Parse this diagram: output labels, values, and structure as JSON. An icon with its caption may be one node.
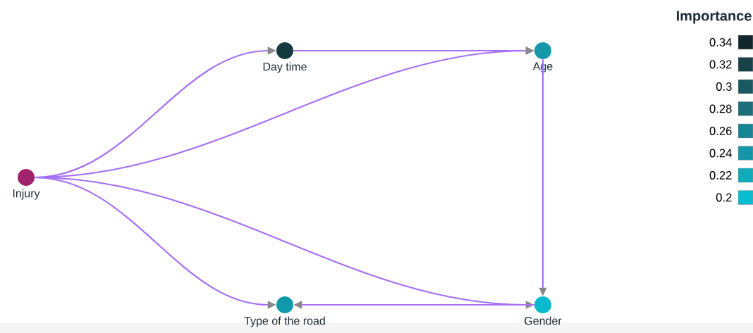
{
  "diagram": {
    "nodes": [
      {
        "text": [
          "Injury"
        ]
      },
      {
        "text": [
          "Day time"
        ]
      },
      {
        "text": [
          "Age"
        ]
      },
      {
        "text": [
          "Type of the road"
        ]
      },
      {
        "text": [
          "Gender"
        ]
      }
    ],
    "edges": [
      {
        "from": 0,
        "to": 1,
        "arrow": "to"
      },
      {
        "from": 0,
        "to": 2,
        "arrow": "to"
      },
      {
        "from": 0,
        "to": 3,
        "arrow": "to"
      },
      {
        "from": 0,
        "to": 4,
        "arrow": "to"
      },
      {
        "from": 1,
        "to": 2,
        "arrow": "to"
      },
      {
        "from": 2,
        "to": 4,
        "arrow": "to"
      },
      {
        "from": 4,
        "to": 3,
        "arrow": "to"
      }
    ],
    "labels": [
      "Importance"
    ],
    "legend": [
      {
        "text": "0.34",
        "color": "#13262b"
      },
      {
        "text": "0.32",
        "color": "#17424a"
      },
      {
        "text": "0.3",
        "color": "#1a5862"
      },
      {
        "text": "0.28",
        "color": "#1b6d7a"
      },
      {
        "text": "0.26",
        "color": "#178594"
      },
      {
        "text": "0.24",
        "color": "#1596a6"
      },
      {
        "text": "0.22",
        "color": "#0fabbb"
      },
      {
        "text": "0.2",
        "color": "#08bcd2"
      }
    ]
  }
}
